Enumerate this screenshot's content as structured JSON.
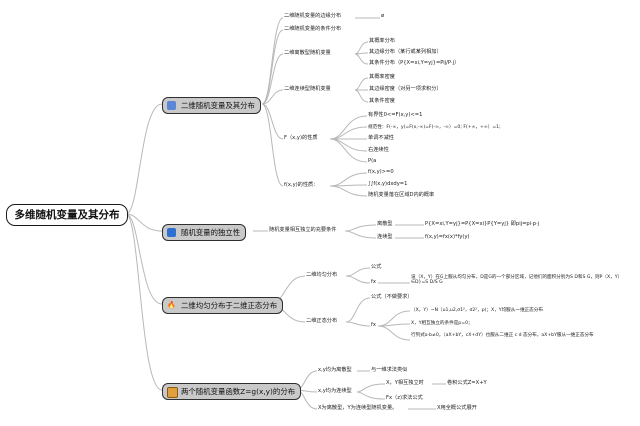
{
  "root": "多维随机变量及其分布",
  "sections": [
    {
      "icon": "document-icon",
      "title": "二维随机变量及其分布",
      "items": {
        "marginal": "二维随机变量的边缘分布",
        "marginal_tail": "ø",
        "conditional": "二维随机变量的条件分布",
        "discrete": "二维离散型随机变量",
        "discrete_children": [
          "其概率分布",
          "其边缘分布（某行或某列相加）",
          "其条件分布（P{X=xi,Y=yj}=Pij/P·j）"
        ],
        "continuous": "二维连续型随机变量",
        "continuous_children": [
          "其概率密度",
          "其边缘密度（对另一项求积分）",
          "其条件密度"
        ],
        "cdf": "F（x,y)的性质",
        "cdf_children": [
          "有界性0<=F(x,y)<=1",
          "规范性：F(-∞，y)=F(x,-∞)=F(-∞，-∞）=0; F(+∞，+∞）=1;",
          "单调不减性",
          "右连续性",
          "P(a"
        ],
        "pdf": "f(x,y)的性质：",
        "pdf_children": [
          "f(x,y)>=0",
          "∫∫f(x,y)dxdy=1",
          "随机变量落在区域D内的概率"
        ]
      }
    },
    {
      "icon": "blue-square-icon",
      "title": "随机变量的独立性",
      "items": {
        "condition": "随机变量相互独立的充要条件",
        "discrete": "离散型",
        "discrete_formula": "P{X=xi,Y=yj}=P{X=xi}P{Y=yj} 即pij=pi·p·j",
        "continuous": "连续型",
        "continuous_formula": "f(x,y)=fx(x)*fy(y)"
      }
    },
    {
      "icon": "fire-icon",
      "title": "二维均匀分布于二维正态分布",
      "items": {
        "uniform": "二维均匀分布",
        "uniform_formula": "公式",
        "uniform_fx": "fx",
        "uniform_text": "设（X，Y）在G上服从均匀分布，D是G的一个部分区域，记他们的面积分别为S D和S G，则P（X，Y）∈D}=S D/S G",
        "normal": "二维正态分布",
        "normal_formula": "公式（不做要求）",
        "normal_fx": "fx",
        "normal_children": [
          "（X，Y）~N（u1,u2,σ1²，σ2²，p)；X，Y均服从一维正态分布",
          "X，Y相互独立的条件是p=0；",
          "行列式a·b≠0，（aX+bY，cX+dY）也服从二维正 c d 态分布，aX+bY服从一维正态分布"
        ]
      }
    },
    {
      "icon": "image-icon",
      "title": "两个随机变量函数Z=g(x,y)的分布",
      "items": {
        "discrete": "x,y均为离散型",
        "discrete_child": "与一维求法类似",
        "continuous": "x,y均为连续型",
        "continuous_a": "X，Y相互独立时",
        "continuous_a_tail": "卷积公式Z=X+Y",
        "continuous_b": "Fx（z)求法公式",
        "mixed": "X为离散型，Y为连续型随机变量。",
        "mixed_tail": "X用全概公式展开"
      }
    }
  ]
}
